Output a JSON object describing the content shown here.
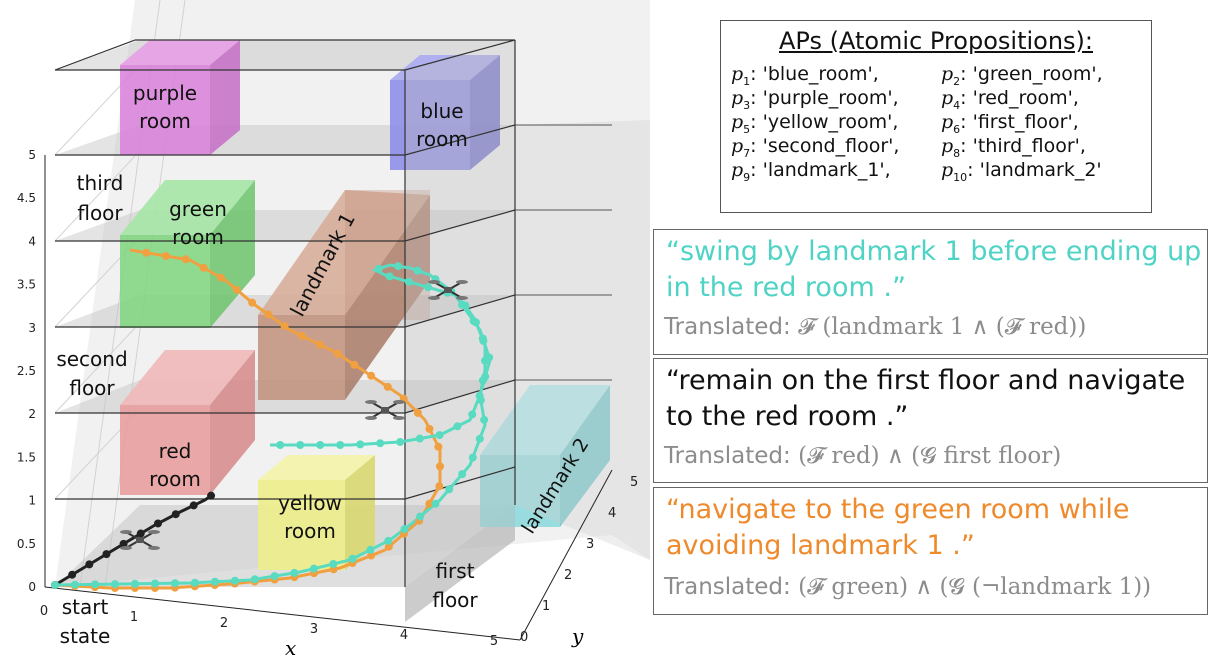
{
  "diagram": {
    "z_ticks": [
      "0",
      "0.5",
      "1",
      "1.5",
      "2",
      "2.5",
      "3",
      "3.5",
      "4",
      "4.5",
      "5"
    ],
    "x_ticks": [
      "0",
      "1",
      "2",
      "3",
      "4",
      "5"
    ],
    "y_ticks": [
      "0",
      "1",
      "2",
      "3",
      "4",
      "5"
    ],
    "x_label": "x",
    "y_label": "y",
    "floors": {
      "third": [
        "third",
        "floor"
      ],
      "second": [
        "second",
        "floor"
      ],
      "first": [
        "first",
        "floor"
      ]
    },
    "rooms": {
      "purple": [
        "purple",
        "room"
      ],
      "blue": [
        "blue",
        "room"
      ],
      "green": [
        "green",
        "room"
      ],
      "red": [
        "red",
        "room"
      ],
      "yellow": [
        "yellow",
        "room"
      ]
    },
    "landmark_1": "landmark 1",
    "landmark_2": "landmark 2",
    "start": [
      "start",
      "state"
    ],
    "colors": {
      "black_path": "#222222",
      "teal_path": "#58dbc0",
      "orange_path": "#f0a040",
      "purple": "#d97fd9",
      "blue": "#8a8ae8",
      "green": "#7fd67f",
      "red": "#e89a9a",
      "yellow": "#eded8a",
      "landmark_1": "#c0907a",
      "landmark_2": "#8ad8dc"
    }
  },
  "aps": {
    "title": "APs (Atomic Propositions):",
    "items": [
      {
        "sym": "p",
        "sub": "1",
        "val": ": 'blue_room',"
      },
      {
        "sym": "p",
        "sub": "2",
        "val": ": 'green_room',"
      },
      {
        "sym": "p",
        "sub": "3",
        "val": ": 'purple_room',"
      },
      {
        "sym": "p",
        "sub": "4",
        "val": ": 'red_room',"
      },
      {
        "sym": "p",
        "sub": "5",
        "val": ": 'yellow_room',"
      },
      {
        "sym": "p",
        "sub": "6",
        "val": ": 'first_floor',"
      },
      {
        "sym": "p",
        "sub": "7",
        "val": ": 'second_floor',"
      },
      {
        "sym": "p",
        "sub": "8",
        "val": ": 'third_floor',"
      },
      {
        "sym": "p",
        "sub": "9",
        "val": ": 'landmark_1',"
      },
      {
        "sym": "p",
        "sub": "10",
        "val": ": 'landmark_2'"
      }
    ]
  },
  "translations": [
    {
      "command": "“swing by landmark 1 before ending up in the red room .”",
      "label": "Translated:",
      "formula": "𝓕 (landmark 1 ∧ (𝓕 red))",
      "color": "#4ed3c4"
    },
    {
      "command": "“remain on the first floor and navigate to the red room .”",
      "label": "Translated:",
      "formula": "(𝓕 red) ∧ (𝓖 first floor)",
      "color": "#111111"
    },
    {
      "command": "“navigate to the green room while avoiding landmark 1 .”",
      "label": "Translated:",
      "formula": "(𝓕 green) ∧ (𝓖 (¬landmark 1))",
      "color": "#ef8a2c"
    }
  ]
}
